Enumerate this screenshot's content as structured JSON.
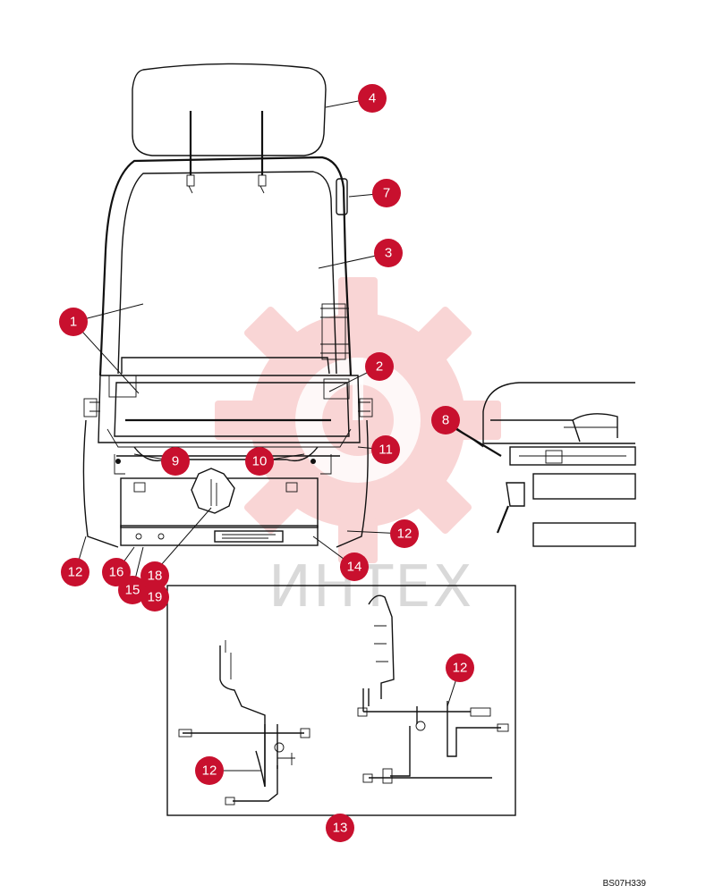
{
  "callouts": [
    "1",
    "2",
    "3",
    "4",
    "7",
    "8",
    "9",
    "10",
    "11",
    "12",
    "12",
    "13",
    "14",
    "15",
    "16",
    "18",
    "19",
    "12",
    "12"
  ],
  "watermark": {
    "logo_color": "#f5b3b3",
    "text": "ИНТЕХ"
  },
  "drawing_code": "BS07H339",
  "colors": {
    "callout": "#c8102e",
    "line": "#111111"
  }
}
